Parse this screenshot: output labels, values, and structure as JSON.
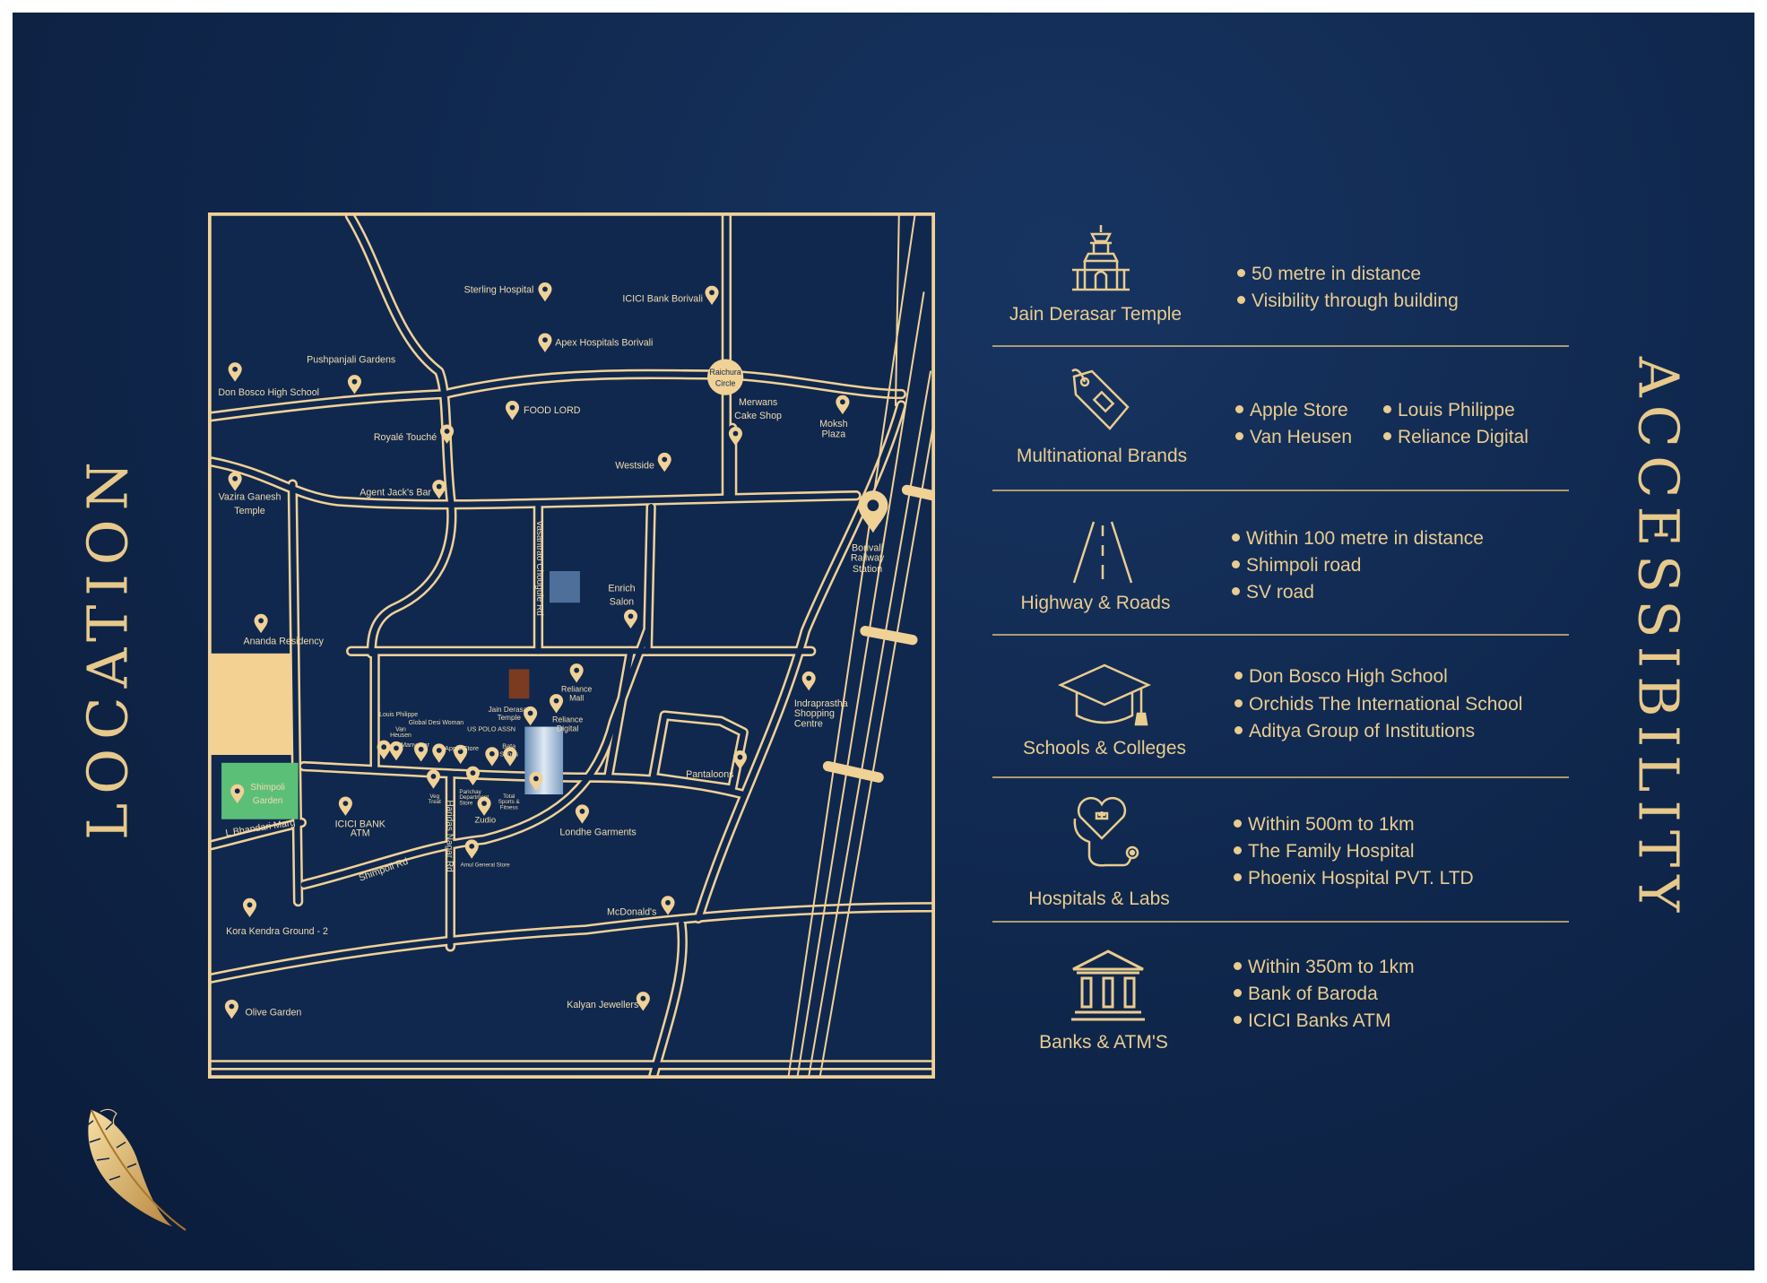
{
  "titles": {
    "left": "LOCATION",
    "right": "ACCESSIBILITY"
  },
  "map": {
    "labels": [
      "Sterling Hospital",
      "ICICI Bank Borivali",
      "Apex Hospitals Borivali",
      "Pushpanjali Gardens",
      "Don Bosco High School",
      "Raichura",
      "Circle",
      "FOOD LORD",
      "Merwans",
      "Cake Shop",
      "Moksh",
      "Plaza",
      "Royalé Touché",
      "Westside",
      "Vazira Ganesh",
      "Temple",
      "Agent Jack's Bar",
      "Borivali",
      "Railway",
      "Station",
      "Vasantrao Chougule Rd",
      "Enrich",
      "Salon",
      "Ananda Residency",
      "Reliance",
      "Mall",
      "Jain Derasar",
      "Temple",
      "Reliance",
      "Digital",
      "Louis Philippe",
      "Global Desi Woman",
      "Van",
      "Heusen",
      "US POLO ASSN",
      "Manyavar",
      "Apple Store",
      "Bata",
      "Shoes",
      "Indraprastha",
      "Shopping",
      "Centre",
      "Pantaloons",
      "Shimpoli",
      "Garden",
      "L Bhandari Marg",
      "ICICI BANK",
      "ATM",
      "Veg",
      "Treat",
      "Parichay",
      "Department",
      "Store",
      "Total",
      "Sports &",
      "Fitness",
      "Zudio",
      "Londhe Garments",
      "Haridas Nagar Rd",
      "Shimpoli Rd",
      "Amul General Store",
      "McDonald's",
      "Kora Kendra Ground - 2",
      "Kalyan Jewellers",
      "Olive Garden"
    ]
  },
  "accessibility": [
    {
      "label": "Jain Derasar Temple",
      "icon": "temple-icon",
      "bullets": [
        "50 metre in distance",
        "Visibility through building"
      ]
    },
    {
      "label": "Multinational Brands",
      "icon": "tag-icon",
      "bullets": [
        "Apple Store",
        "Van Heusen",
        "Louis Philippe",
        "Reliance Digital"
      ]
    },
    {
      "label": "Highway & Roads",
      "icon": "road-icon",
      "bullets": [
        "Within 100 metre in distance",
        "Shimpoli road",
        "SV road"
      ]
    },
    {
      "label": "Schools & Colleges",
      "icon": "graduation-cap-icon",
      "bullets": [
        "Don Bosco High School",
        "Orchids The International School",
        "Aditya Group of Institutions"
      ]
    },
    {
      "label": "Hospitals & Labs",
      "icon": "stethoscope-heart-icon",
      "bullets": [
        "Within 500m to 1km",
        "The Family Hospital",
        "Phoenix Hospital PVT. LTD"
      ]
    },
    {
      "label": "Banks & ATM'S",
      "icon": "bank-icon",
      "bullets": [
        "Within 350m to 1km",
        "Bank of Baroda",
        "ICICI Banks ATM"
      ]
    }
  ],
  "colors": {
    "gold": "#e9cc8f",
    "navy": "#10284e",
    "park": "#5cbf78"
  }
}
